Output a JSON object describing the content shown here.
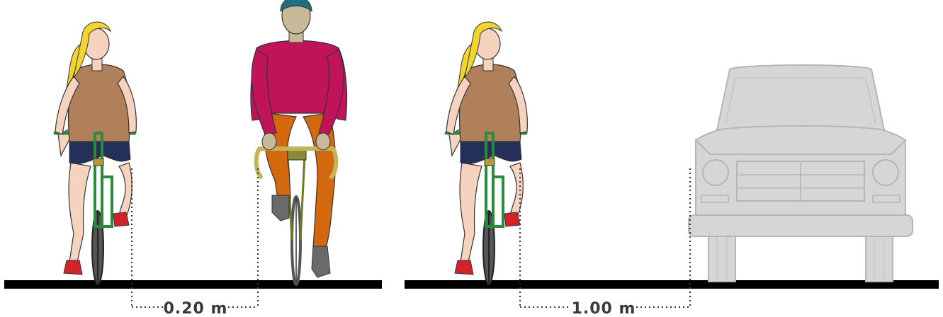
{
  "panels": [
    {
      "id": "bike-to-bike",
      "gap_label": "0.20 m",
      "subjects": [
        "cyclist-woman",
        "cyclist-man"
      ]
    },
    {
      "id": "bike-to-car",
      "gap_label": "1.00 m",
      "subjects": [
        "cyclist-woman",
        "car"
      ]
    }
  ],
  "colors": {
    "ground": "#000000",
    "skin": "#f5d3bf",
    "hair": "#f2d430",
    "woman_shirt": "#b0805a",
    "shorts": "#25305a",
    "shoes": "#d2232a",
    "bike_frame_woman": "#2a8b3a",
    "bike_frame_man": "#6e7a2a",
    "bar_tape": "#c6b25a",
    "man_shirt": "#c0135a",
    "man_pants": "#d4680f",
    "man_helmet": "#1f6e82",
    "man_face": "#c9b99a",
    "man_shoes": "#6a6a6a",
    "car_fill": "#d6d6d6",
    "car_line": "#b5b5b5",
    "tire": "#333333",
    "dim_line": "#333333"
  },
  "icons": [
    "cyclist-woman-figure",
    "cyclist-man-figure",
    "car-front-figure"
  ]
}
